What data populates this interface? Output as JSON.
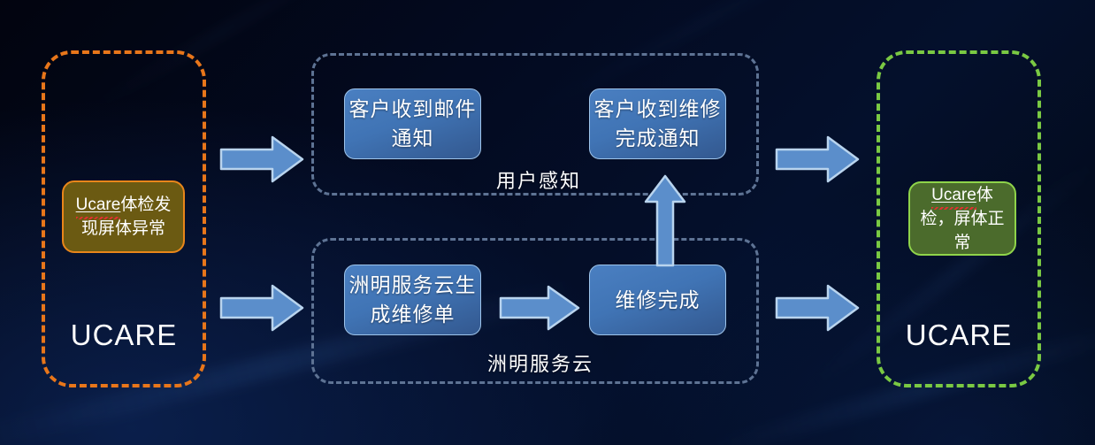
{
  "diagram": {
    "title_left_caption": "UCARE",
    "title_right_caption": "UCARE",
    "left_panel": {
      "accent_color": "#e8761a",
      "status_text_prefix": "Ucare",
      "status_text_rest": "体检发现屏体异常",
      "caption": "UCARE"
    },
    "right_panel": {
      "accent_color": "#7ac943",
      "status_text_prefix": "Ucare",
      "status_text_rest": "体检，屏体正常",
      "caption": "UCARE"
    },
    "top_section": {
      "label": "用户感知",
      "boxes": [
        {
          "text": "客户收到邮件通知"
        },
        {
          "text": "客户收到维修完成通知"
        }
      ]
    },
    "bottom_section": {
      "label": "洲明服务云",
      "boxes": [
        {
          "text": "洲明服务云生成维修单"
        },
        {
          "text": "维修完成"
        }
      ]
    },
    "arrows": [
      {
        "name": "left-to-top",
        "direction": "right"
      },
      {
        "name": "left-to-bottom",
        "direction": "right"
      },
      {
        "name": "repair-order-to-repair-done",
        "direction": "right"
      },
      {
        "name": "top-to-right",
        "direction": "right"
      },
      {
        "name": "bottom-to-right",
        "direction": "right"
      },
      {
        "name": "repair-done-to-notify",
        "direction": "up"
      }
    ],
    "colors": {
      "arrow_fill": "#5b8ecb",
      "arrow_edge": "#b9d4ee",
      "box_fill": "#4074b5",
      "box_border": "#9ec4ea",
      "dashed_mid": "#5e7394",
      "orange_fill": "#6b5a12",
      "green_fill": "#4b6b2c"
    }
  }
}
